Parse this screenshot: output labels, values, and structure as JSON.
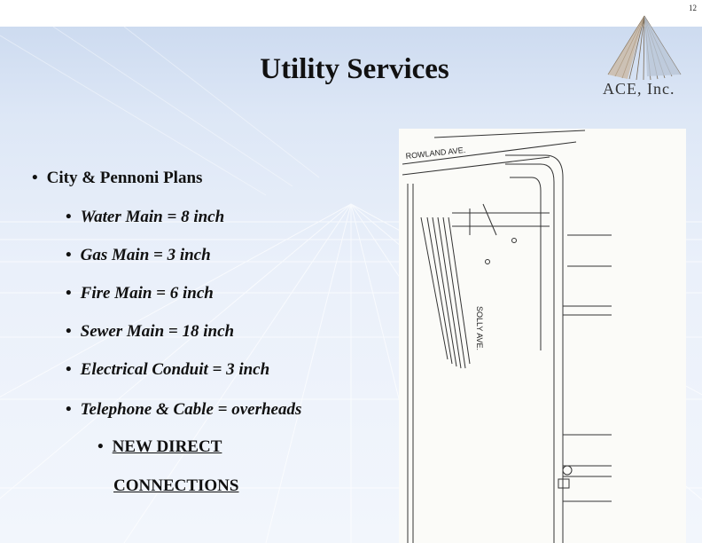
{
  "slide_number": "12",
  "title": "Utility Services",
  "logo": {
    "text": "ACE, Inc.",
    "icon": "pyramid-logo-icon"
  },
  "bullets": {
    "main": "City & Pennoni Plans",
    "items": [
      "Water Main = 8 inch",
      "Gas Main = 3 inch",
      "Fire Main = 6 inch",
      "Sewer Main = 18 inch",
      "Electrical Conduit = 3 inch",
      "Telephone & Cable = overheads"
    ],
    "sub_line1": "NEW DIRECT",
    "sub_line2": "CONNECTIONS"
  },
  "plan": {
    "street_top": "ROWLAND AVE.",
    "street_side": "SOLLY AVE."
  },
  "colors": {
    "background_top": "#cddbf0",
    "text": "#111111"
  }
}
